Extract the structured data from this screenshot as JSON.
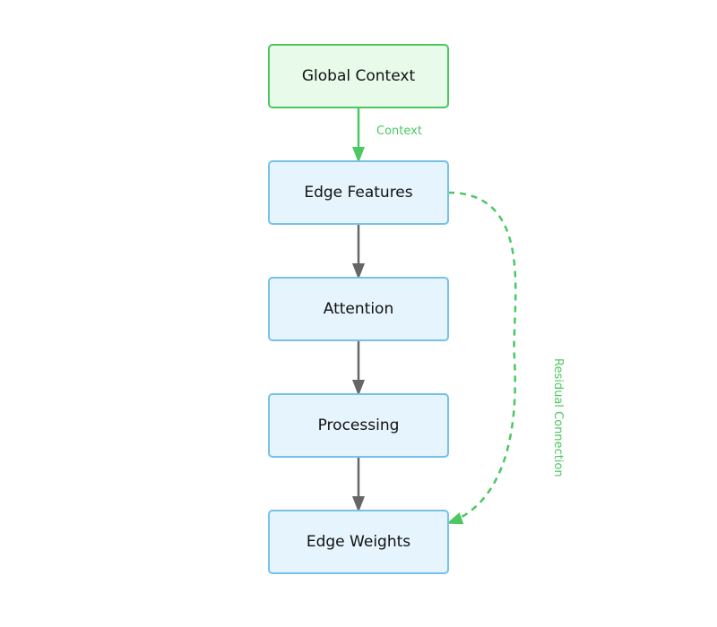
{
  "diagram": {
    "nodes": [
      {
        "id": "global-context",
        "label": "Global Context",
        "fill": "#e8fbea",
        "stroke": "#4cc762"
      },
      {
        "id": "edge-features",
        "label": "Edge Features",
        "fill": "#e6f4fd",
        "stroke": "#76c1e8"
      },
      {
        "id": "attention",
        "label": "Attention",
        "fill": "#e6f4fd",
        "stroke": "#76c1e8"
      },
      {
        "id": "processing",
        "label": "Processing",
        "fill": "#e6f4fd",
        "stroke": "#76c1e8"
      },
      {
        "id": "edge-weights",
        "label": "Edge Weights",
        "fill": "#e6f4fd",
        "stroke": "#76c1e8"
      }
    ],
    "edges": [
      {
        "from": "global-context",
        "to": "edge-features",
        "label": "Context",
        "color": "#4cc762",
        "style": "solid"
      },
      {
        "from": "edge-features",
        "to": "attention",
        "label": "",
        "color": "#666666",
        "style": "solid"
      },
      {
        "from": "attention",
        "to": "processing",
        "label": "",
        "color": "#666666",
        "style": "solid"
      },
      {
        "from": "processing",
        "to": "edge-weights",
        "label": "",
        "color": "#666666",
        "style": "solid"
      },
      {
        "from": "edge-features",
        "to": "edge-weights",
        "label": "Residual Connection",
        "color": "#4cc762",
        "style": "dashed"
      }
    ]
  }
}
